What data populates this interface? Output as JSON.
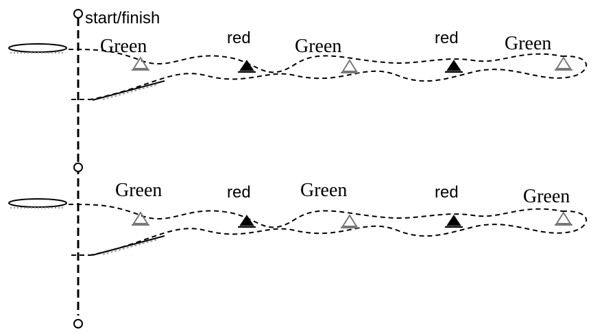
{
  "diagram": {
    "start_label": "start/finish",
    "colors": {
      "ink": "#000000",
      "pad": "#9a9a9a",
      "background": "#ffffff"
    },
    "lanes": [
      {
        "markers": [
          {
            "kind": "green",
            "label": "Green"
          },
          {
            "kind": "red",
            "label": "red"
          },
          {
            "kind": "green",
            "label": "Green"
          },
          {
            "kind": "red",
            "label": "red"
          },
          {
            "kind": "green",
            "label": "Green"
          }
        ]
      },
      {
        "markers": [
          {
            "kind": "green",
            "label": "Green"
          },
          {
            "kind": "red",
            "label": "red"
          },
          {
            "kind": "green",
            "label": "Green"
          },
          {
            "kind": "red",
            "label": "red"
          },
          {
            "kind": "green",
            "label": "Green"
          }
        ]
      }
    ]
  }
}
